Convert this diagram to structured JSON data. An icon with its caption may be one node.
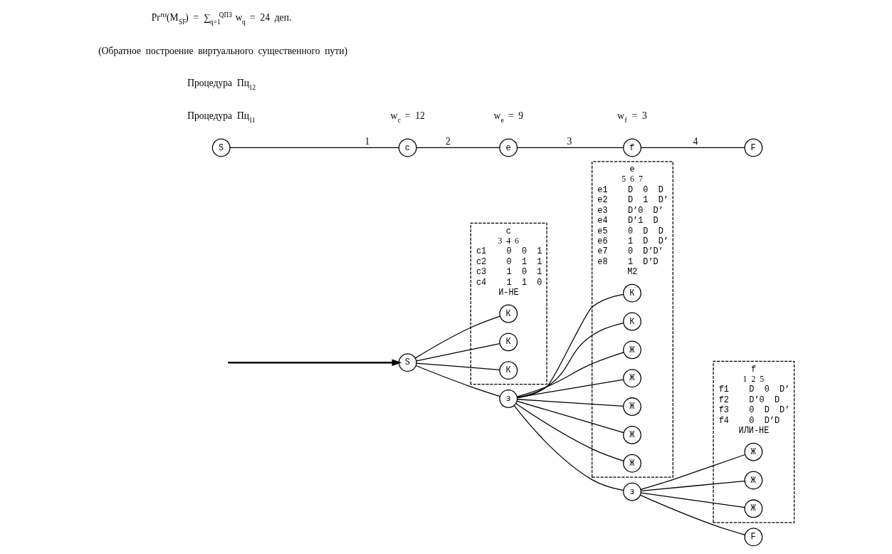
{
  "diagram": {
    "nodes": [
      {
        "text": [
          "S"
        ]
      },
      {
        "text": [
          "c",
          "3 4 6",
          "c1  0 0 1",
          "c2  0 1 1",
          "c3  1 0 1",
          "c4  1 1 0",
          "И-НЕ"
        ]
      },
      {
        "text": [
          "К"
        ],
        "in": 1
      },
      {
        "text": [
          "К"
        ],
        "in": 1
      },
      {
        "text": [
          "К"
        ],
        "in": 1
      },
      {
        "text": [
          "з"
        ]
      },
      {
        "text": [
          "e",
          "5 6 7",
          "e1  D 0 D",
          "e2  D 1 D’",
          "e3  D’0 D’",
          "e4  D’1 D",
          "e5  0 D D",
          "e6  1 D D’",
          "e7  0 D’D’",
          "e8  1 D’D",
          "M2"
        ]
      },
      {
        "text": [
          "К"
        ],
        "in": 6
      },
      {
        "text": [
          "К"
        ],
        "in": 6
      },
      {
        "text": [
          "Ж"
        ],
        "in": 6
      },
      {
        "text": [
          "Ж"
        ],
        "in": 6
      },
      {
        "text": [
          "Ж"
        ],
        "in": 6
      },
      {
        "text": [
          "Ж"
        ],
        "in": 6
      },
      {
        "text": [
          "Ж"
        ],
        "in": 6
      },
      {
        "text": [
          "з"
        ]
      },
      {
        "text": [
          "f",
          "1 2 5",
          "f1  D 0 D’",
          "f2  D’0 D",
          "f3  0 D D’",
          "f4  0 D’D",
          "ИЛИ-НЕ"
        ]
      },
      {
        "text": [
          "Ж"
        ],
        "in": 15
      },
      {
        "text": [
          "Ж"
        ],
        "in": 15
      },
      {
        "text": [
          "Ж"
        ],
        "in": 15
      },
      {
        "text": [
          "F"
        ]
      },
      {
        "text": [
          "S"
        ]
      },
      {
        "text": [
          "c"
        ],
        "beside": [
          "w$_{c}$ = 12"
        ]
      },
      {
        "text": [
          "e"
        ],
        "beside": [
          "w$_{e}$ = 9"
        ]
      },
      {
        "text": [
          "f"
        ],
        "beside": [
          "w$_{f}$ = 3"
        ]
      },
      {
        "text": [
          "F"
        ]
      }
    ],
    "edges": [
      {
        "from": null,
        "to": 0,
        "arrow": "to"
      },
      {
        "from": 0,
        "to": 2,
        "arrow": "none"
      },
      {
        "from": 0,
        "to": 3,
        "arrow": "none"
      },
      {
        "from": 0,
        "to": 4,
        "arrow": "none"
      },
      {
        "from": 0,
        "to": 5,
        "arrow": "none"
      },
      {
        "from": 5,
        "to": 7,
        "arrow": "none"
      },
      {
        "from": 5,
        "to": 8,
        "arrow": "none"
      },
      {
        "from": 5,
        "to": 9,
        "arrow": "none"
      },
      {
        "from": 5,
        "to": 10,
        "arrow": "none"
      },
      {
        "from": 5,
        "to": 11,
        "arrow": "none"
      },
      {
        "from": 5,
        "to": 12,
        "arrow": "none"
      },
      {
        "from": 5,
        "to": 13,
        "arrow": "none"
      },
      {
        "from": 5,
        "to": 14,
        "arrow": "none"
      },
      {
        "from": 14,
        "to": 16,
        "arrow": "none"
      },
      {
        "from": 14,
        "to": 17,
        "arrow": "none"
      },
      {
        "from": 14,
        "to": 18,
        "arrow": "none"
      },
      {
        "from": 14,
        "to": 19,
        "arrow": "none"
      },
      {
        "from": 20,
        "to": 21,
        "arrow": "none",
        "label": "1"
      },
      {
        "from": 21,
        "to": 22,
        "arrow": "none",
        "label": "2"
      },
      {
        "from": 22,
        "to": 23,
        "arrow": "none",
        "label": "3"
      },
      {
        "from": 23,
        "to": 24,
        "arrow": "none",
        "label": "4"
      }
    ],
    "labels": [
      "Процедура Пц$_{11}$",
      "Процедура Пц$_{12}$",
      "(Обратное построение виртуального существенного пути)",
      "Pr$^{пз}$(M$_{SF}$) = ∑$_{q=1}$$^{QПЗ}$ w$_{q}$ = 24 деп."
    ]
  }
}
